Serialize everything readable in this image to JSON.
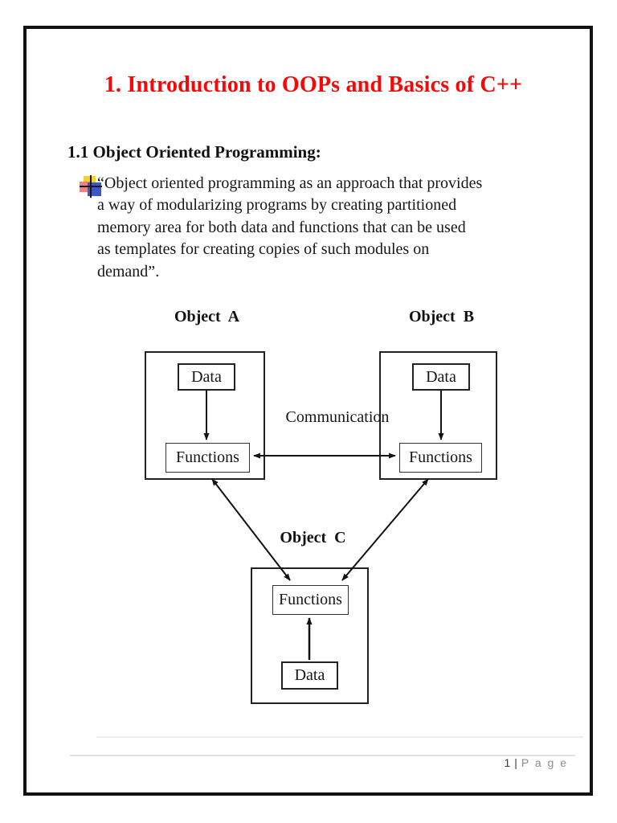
{
  "document": {
    "title": "1. Introduction to OOPs and Basics of C++",
    "section_heading": "1.1 Object Oriented Programming:",
    "bullet_paragraph": "“Object oriented programming as an approach that provides\na way of modularizing programs by creating partitioned\nmemory area for both data and functions that can be used\nas templates for creating copies of such modules on\ndemand”.",
    "footer": {
      "page_number": "1",
      "separator": "|",
      "page_word": "P a g e"
    }
  },
  "diagram": {
    "communication_label": "Communication",
    "objects": [
      {
        "id": "A",
        "label": "Object A",
        "data_label": "Data",
        "functions_label": "Functions"
      },
      {
        "id": "B",
        "label": "Object B",
        "data_label": "Data",
        "functions_label": "Functions"
      },
      {
        "id": "C",
        "label": "Object C",
        "data_label": "Data",
        "functions_label": "Functions"
      }
    ]
  },
  "colors": {
    "title_red": "#f90606",
    "frame_black": "#111111",
    "footer_gray": "#8c8c8c",
    "bullet_yellow": "#f2d12e",
    "bullet_red": "#ee8181",
    "bullet_blue": "#3f56c8"
  }
}
